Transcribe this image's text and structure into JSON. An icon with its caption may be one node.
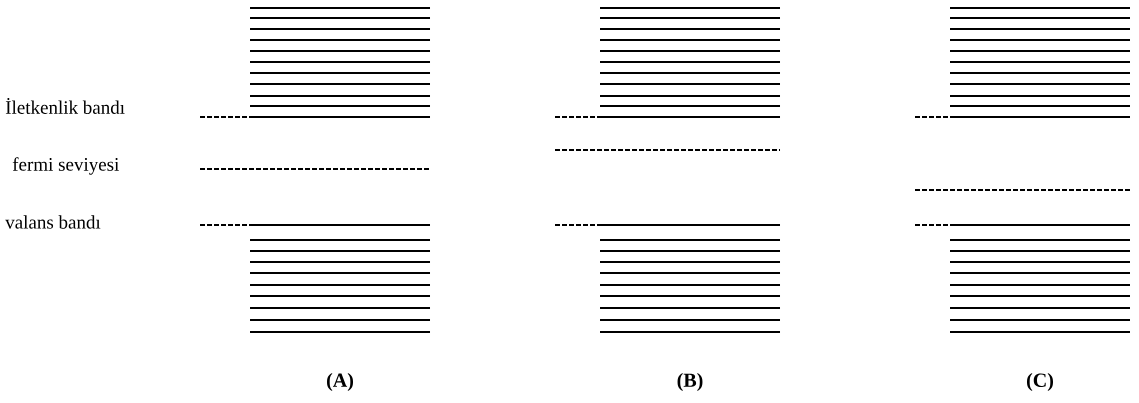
{
  "diagram": {
    "labels": [
      "İletkenlik bandı",
      "fermi seviyesi",
      "valans bandı",
      "(A)",
      "(B)",
      "(C)"
    ]
  }
}
